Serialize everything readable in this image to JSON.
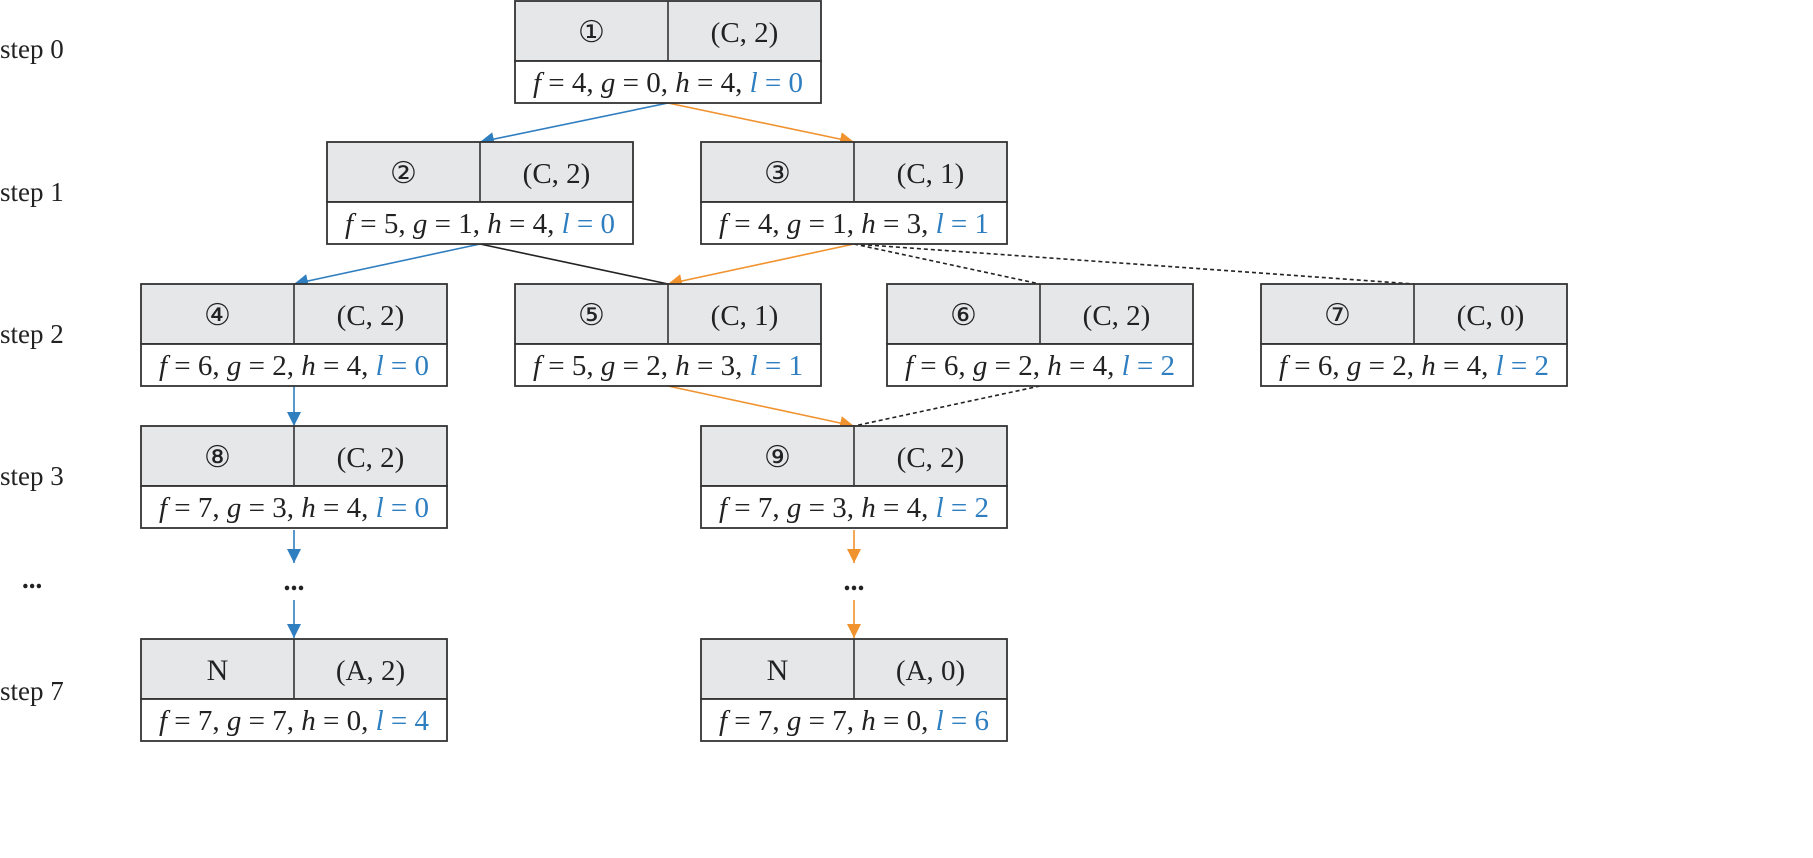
{
  "colors": {
    "blue": "#2F7EC0",
    "orange": "#F0922E",
    "black": "#222222",
    "header_fill": "#E6E7E9"
  },
  "steps": [
    "step 0",
    "step 1",
    "step 2",
    "step 3",
    "...",
    "step 7"
  ],
  "nodes": [
    {
      "key": "n1",
      "id": "①",
      "state": "(C, 2)",
      "body": "f = 4, g = 0, h = 4,",
      "l": "l = 0"
    },
    {
      "key": "n2",
      "id": "②",
      "state": "(C, 2)",
      "body": "f = 5, g = 1, h = 4,",
      "l": "l = 0"
    },
    {
      "key": "n3",
      "id": "③",
      "state": "(C, 1)",
      "body": "f = 4, g = 1, h = 3,",
      "l": "l = 1"
    },
    {
      "key": "n4",
      "id": "④",
      "state": "(C, 2)",
      "body": "f = 6, g = 2, h = 4,",
      "l": "l = 0"
    },
    {
      "key": "n5",
      "id": "⑤",
      "state": "(C, 1)",
      "body": "f = 5, g = 2, h = 3,",
      "l": "l = 1"
    },
    {
      "key": "n6",
      "id": "⑥",
      "state": "(C, 2)",
      "body": "f = 6, g = 2, h = 4,",
      "l": "l = 2"
    },
    {
      "key": "n7",
      "id": "⑦",
      "state": "(C, 0)",
      "body": "f = 6, g = 2, h = 4,",
      "l": "l = 2"
    },
    {
      "key": "n8",
      "id": "⑧",
      "state": "(C, 2)",
      "body": "f = 7, g = 3, h = 4,",
      "l": "l = 0"
    },
    {
      "key": "n9",
      "id": "⑨",
      "state": "(C, 2)",
      "body": "f = 7, g = 3, h = 4,",
      "l": "l = 2"
    },
    {
      "key": "nL",
      "id": "N",
      "state": "(A, 2)",
      "body": "f = 7, g = 7, h = 0,",
      "l": "l = 4"
    },
    {
      "key": "nR",
      "id": "N",
      "state": "(A, 0)",
      "body": "f = 7, g = 7, h = 0,",
      "l": "l = 6"
    }
  ],
  "edges": [
    {
      "from": "n1",
      "to": "n2",
      "style": "blue"
    },
    {
      "from": "n1",
      "to": "n3",
      "style": "orange"
    },
    {
      "from": "n2",
      "to": "n4",
      "style": "blue"
    },
    {
      "from": "n2",
      "to": "n5",
      "style": "black"
    },
    {
      "from": "n3",
      "to": "n5",
      "style": "orange"
    },
    {
      "from": "n3",
      "to": "n6",
      "style": "dashed"
    },
    {
      "from": "n3",
      "to": "n7",
      "style": "dashed"
    },
    {
      "from": "n4",
      "to": "n8",
      "style": "blue"
    },
    {
      "from": "n5",
      "to": "n9",
      "style": "orange"
    },
    {
      "from": "n6",
      "to": "n9",
      "style": "dashed"
    },
    {
      "from": "n8",
      "to": "nL",
      "style": "blue",
      "via_ellipsis": true
    },
    {
      "from": "n9",
      "to": "nR",
      "style": "orange",
      "via_ellipsis": true
    }
  ],
  "ellipsis": "..."
}
